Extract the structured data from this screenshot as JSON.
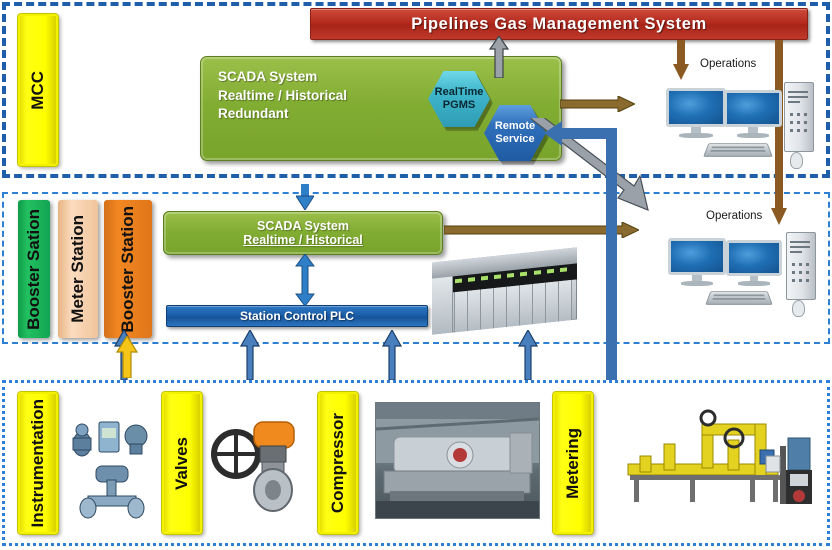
{
  "title": "Pipelines Gas Management System Architecture",
  "banner": {
    "label": "Pipelines  Gas Management  System"
  },
  "layer_top": {
    "name": "MCC layer",
    "mcc_label": "MCC",
    "scada": {
      "line1": "SCADA System",
      "line2": "Realtime / Historical",
      "line3": "Redundant"
    },
    "hexagons": [
      {
        "line1": "RealTime",
        "line2": "PGMS",
        "color": "#3fb6cc"
      },
      {
        "line1": "Remote",
        "line2": "Service",
        "color": "#2f6fba"
      }
    ],
    "operations_label": "Operations"
  },
  "layer_mid": {
    "stations": [
      {
        "label": "Booster Sation",
        "color": "#22c060"
      },
      {
        "label": "Meter Station",
        "color": "#fbdcc0"
      },
      {
        "label": "Booster  Station",
        "color": "#f28722"
      }
    ],
    "scada": {
      "line1": "SCADA System",
      "line2": "Realtime / Historical"
    },
    "plc_label": "Station Control PLC",
    "operations_label": "Operations",
    "rack_name": "plc-rack"
  },
  "layer_bottom": {
    "items": [
      {
        "label": "Instrumentation"
      },
      {
        "label": "Valves"
      },
      {
        "label": "Compressor"
      },
      {
        "label": "Metering"
      }
    ]
  },
  "colors": {
    "banner_red": "#b3291c",
    "scada_green": "#82ad33",
    "plc_blue": "#1b5faa",
    "yellow": "#ffff00",
    "arrow_blue": "#3a6fb0",
    "arrow_brown": "#8a5a22",
    "arrow_gray": "#8b9299",
    "zone_border": "#2d7fd1"
  }
}
